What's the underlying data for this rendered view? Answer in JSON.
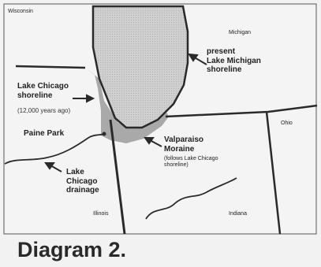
{
  "caption": "Diagram 2.",
  "states": {
    "wisconsin": "Wisconsin",
    "michigan": "Michigan",
    "ohio": "Ohio",
    "illinois": "Illinois",
    "indiana": "Indiana"
  },
  "labels": {
    "present_shoreline": [
      "present",
      "Lake Michigan",
      "shoreline"
    ],
    "lake_chicago": [
      "Lake Chicago",
      "shoreline"
    ],
    "lake_chicago_age": "(12,000 years ago)",
    "paine_park": "Paine Park",
    "valparaiso": [
      "Valparaiso",
      "Moraine"
    ],
    "valparaiso_note": [
      "(follows Lake Chicago",
      "shoreline)"
    ],
    "drainage": [
      "Lake",
      "Chicago",
      "drainage"
    ]
  },
  "colors": {
    "lake_fill": "#d6d6d6",
    "ancient_lake_fill": "#a9a9a9",
    "border": "#2a2a2a",
    "paper": "#f2f2f2"
  }
}
